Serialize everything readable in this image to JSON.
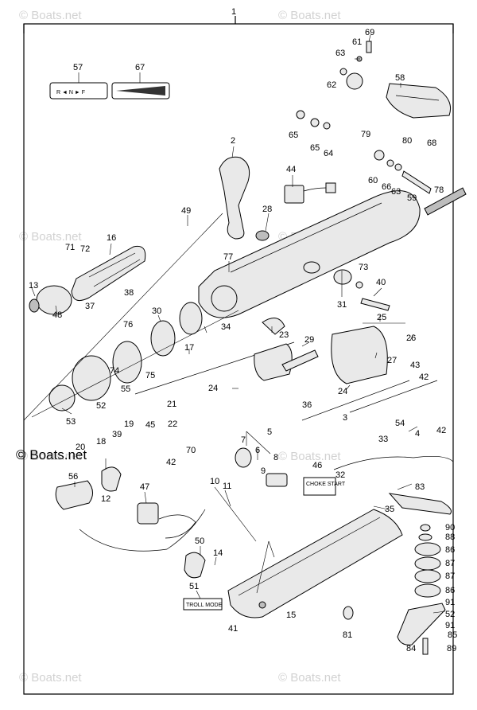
{
  "watermark": {
    "corner_text": "© Boats.net",
    "main_text": "© Boats.net"
  },
  "decals": {
    "shift_pattern": "R ◄ N ► F",
    "troll_mode": "TROLL MODE",
    "start_label": "CHOKE START"
  },
  "part_numbers": {
    "p1": "1",
    "p2": "2",
    "p3": "3",
    "p4": "4",
    "p5": "5",
    "p6": "6",
    "p7": "7",
    "p8": "8",
    "p9": "9",
    "p10": "10",
    "p11": "11",
    "p12": "12",
    "p13": "13",
    "p14": "14",
    "p15": "15",
    "p16": "16",
    "p17": "17",
    "p18": "18",
    "p19": "19",
    "p20": "20",
    "p21": "21",
    "p22": "22",
    "p23": "23",
    "p24": "24",
    "p24b": "24",
    "p25": "25",
    "p26": "26",
    "p27": "27",
    "p28": "28",
    "p29": "29",
    "p30": "30",
    "p31": "31",
    "p32": "32",
    "p33": "33",
    "p34": "34",
    "p35": "35",
    "p36": "36",
    "p37": "37",
    "p38": "38",
    "p39": "39",
    "p40": "40",
    "p41": "41",
    "p42": "42",
    "p42b": "42",
    "p42c": "42",
    "p43": "43",
    "p44": "44",
    "p45": "45",
    "p46": "46",
    "p47": "47",
    "p48": "48",
    "p49": "49",
    "p50": "50",
    "p51": "51",
    "p52": "52",
    "p52b": "52",
    "p53": "53",
    "p54": "54",
    "p55": "55",
    "p56": "56",
    "p57": "57",
    "p58": "58",
    "p59": "59",
    "p60": "60",
    "p61": "61",
    "p62": "62",
    "p63": "63",
    "p63b": "63",
    "p64": "64",
    "p65": "65",
    "p65b": "65",
    "p66": "66",
    "p67": "67",
    "p68": "68",
    "p69": "69",
    "p70": "70",
    "p71": "71",
    "p72": "72",
    "p73": "73",
    "p74": "74",
    "p75": "75",
    "p76": "76",
    "p77": "77",
    "p78": "78",
    "p79": "79",
    "p80": "80",
    "p81": "81",
    "p83": "83",
    "p84": "84",
    "p85": "85",
    "p86": "86",
    "p86b": "86",
    "p87": "87",
    "p87b": "87",
    "p88": "88",
    "p89": "89",
    "p90": "90",
    "p91": "91",
    "p91b": "91"
  }
}
